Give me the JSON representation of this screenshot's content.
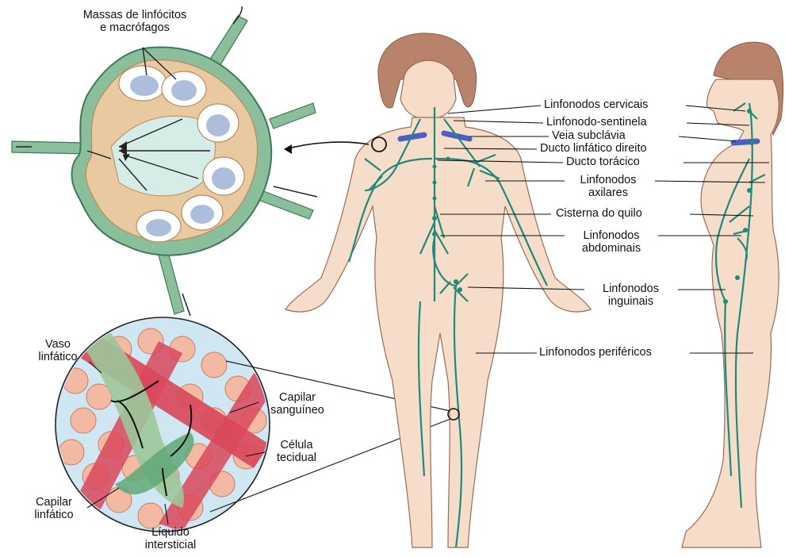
{
  "node_labels": {
    "masses_line1": "Massas de linfócitos",
    "masses_line2": "e macrófagos"
  },
  "body_labels": {
    "cervical": "Linfonodos cervicais",
    "sentinel": "Linfonodo-sentinela",
    "subclavian": "Veia subclávia",
    "right_duct": "Ducto linfático direito",
    "thoracic": "Ducto torácico",
    "axillary_1": "Linfonodos",
    "axillary_2": "axilares",
    "cisterna": "Cisterna do quilo",
    "abdominal_1": "Linfonodos",
    "abdominal_2": "abdominais",
    "inguinal_1": "Linfonodos",
    "inguinal_2": "inguinais",
    "peripheral": "Linfonodos periféricos"
  },
  "tissue_labels": {
    "vessel_1": "Vaso",
    "vessel_2": "linfático",
    "blood_cap_1": "Capilar",
    "blood_cap_2": "sanguíneo",
    "tissue_cell_1": "Célula",
    "tissue_cell_2": "tecidual",
    "lymph_cap_1": "Capilar",
    "lymph_cap_2": "linfático",
    "fluid_1": "Líquido",
    "fluid_2": "intersticial"
  },
  "colors": {
    "lymph": "#1e8a7a",
    "skin": "#f6ddc9",
    "skin_outline": "#9c6b57",
    "hair": "#b8836a",
    "capsule": "#8bbf9c",
    "cortex": "#e9c9a0",
    "follicle": "#9fb3d8",
    "blood": "#c8344a",
    "vein": "#4b5fc2"
  }
}
